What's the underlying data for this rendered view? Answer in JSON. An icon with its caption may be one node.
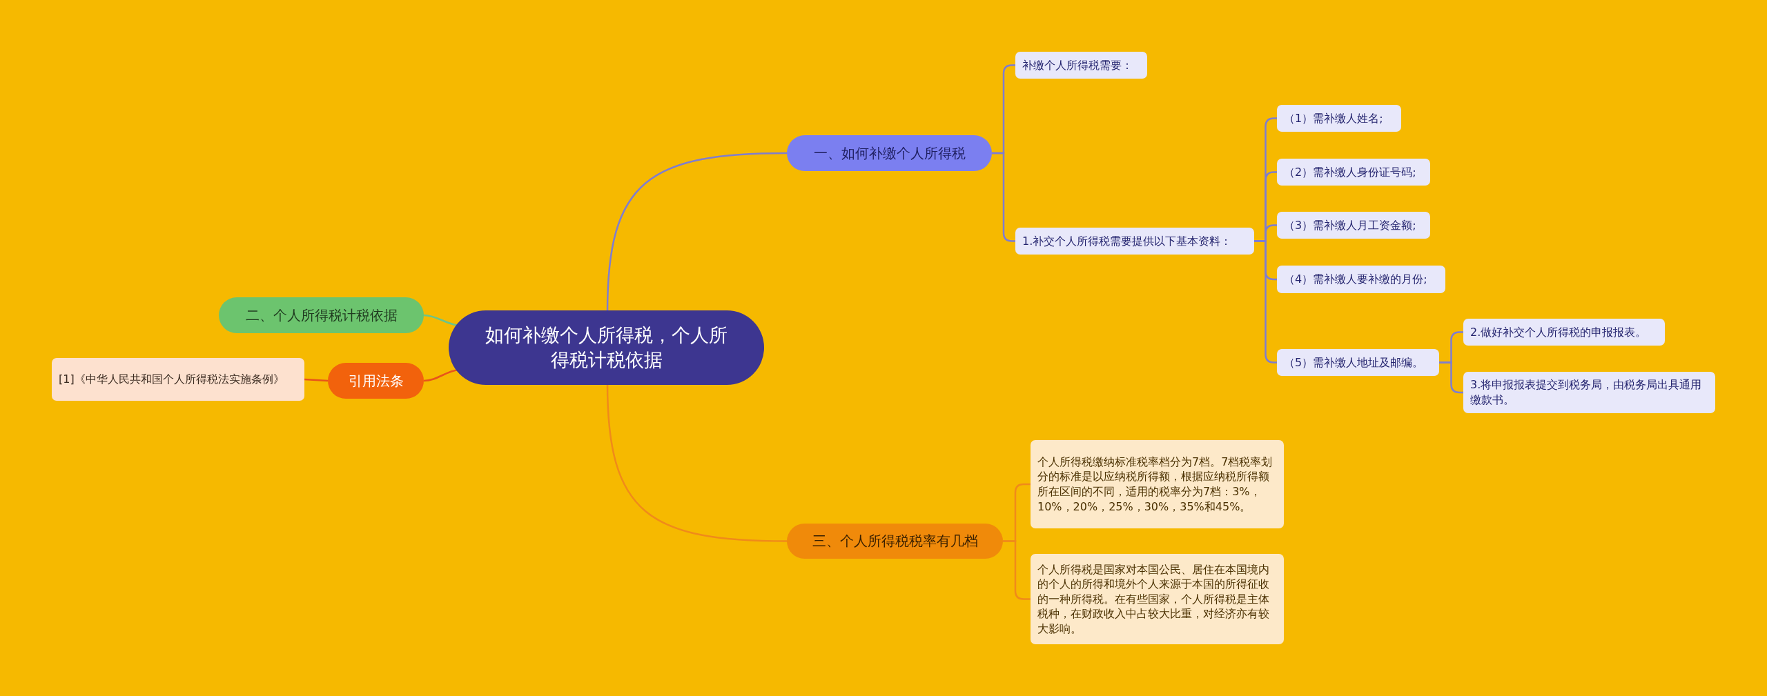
{
  "diagram": {
    "nodes": [
      {
        "text": [
          "如何补缴个人所得税，个人所得税计税依据"
        ]
      },
      {
        "text": [
          "一、如何补缴个人所得税"
        ]
      },
      {
        "text": [
          "补缴个人所得税需要："
        ]
      },
      {
        "text": [
          "1.补交个人所得税需要提供以下基本资料："
        ]
      },
      {
        "text": [
          "（1）需补缴人姓名;"
        ]
      },
      {
        "text": [
          "（2）需补缴人身份证号码;"
        ]
      },
      {
        "text": [
          "（3）需补缴人月工资金额;"
        ]
      },
      {
        "text": [
          "（4）需补缴人要补缴的月份;"
        ]
      },
      {
        "text": [
          "（5）需补缴人地址及邮编。"
        ]
      },
      {
        "text": [
          "2.做好补交个人所得税的申报报表。"
        ]
      },
      {
        "text": [
          "3.将申报报表提交到税务局，由税务局出具通用缴款书。"
        ]
      },
      {
        "text": [
          "二、个人所得税计税依据"
        ]
      },
      {
        "text": [
          "引用法条"
        ]
      },
      {
        "text": [
          "[1]《中华人民共和国个人所得税法实施条例》"
        ]
      },
      {
        "text": [
          "三、个人所得税税率有几档"
        ]
      },
      {
        "text": [
          "个人所得税缴纳标准税率档分为7档。7档税率划分的标准是以应纳税所得额，根据应纳税所得额所在区间的不同，适用的税率分为7档：3%，10%，20%，25%，30%，35%和45%。"
        ]
      },
      {
        "text": [
          "个人所得税是国家对本国公民、居住在本国境内的个人的所得和境外个人来源于本国的所得征收的一种所得税。在有些国家，个人所得税是主体税种，在财政收入中占较大比重，对经济亦有较大影响。"
        ]
      }
    ],
    "edges": [
      {
        "from": 0,
        "to": 1,
        "arrow": "none"
      },
      {
        "from": 1,
        "to": 2,
        "arrow": "none"
      },
      {
        "from": 1,
        "to": 3,
        "arrow": "none"
      },
      {
        "from": 3,
        "to": 4,
        "arrow": "none"
      },
      {
        "from": 3,
        "to": 5,
        "arrow": "none"
      },
      {
        "from": 3,
        "to": 6,
        "arrow": "none"
      },
      {
        "from": 3,
        "to": 7,
        "arrow": "none"
      },
      {
        "from": 3,
        "to": 8,
        "arrow": "none"
      },
      {
        "from": 8,
        "to": 9,
        "arrow": "none"
      },
      {
        "from": 8,
        "to": 10,
        "arrow": "none"
      },
      {
        "from": 0,
        "to": 11,
        "arrow": "none",
        "color": "#6cc48a"
      },
      {
        "from": 0,
        "to": 12,
        "arrow": "none",
        "color": "#e8541a"
      },
      {
        "from": 12,
        "to": 13,
        "arrow": "none",
        "color": "#e8541a"
      },
      {
        "from": 0,
        "to": 14,
        "arrow": "none",
        "color": "#f08a1a"
      },
      {
        "from": 14,
        "to": 15,
        "arrow": "none",
        "color": "#f08a1a"
      },
      {
        "from": 14,
        "to": 16,
        "arrow": "none",
        "color": "#f08a1a"
      }
    ]
  }
}
